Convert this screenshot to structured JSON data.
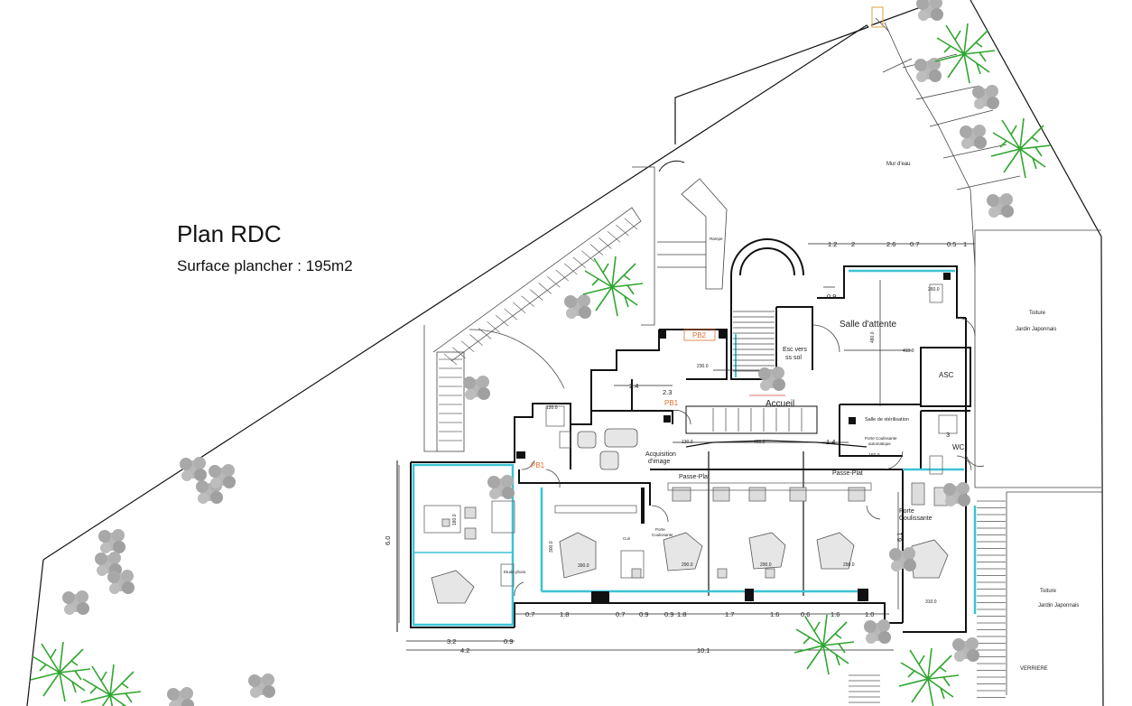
{
  "title": "Plan RDC",
  "subtitle": "Surface plancher : 195m2",
  "rooms": {
    "salle_attente": "Salle d'attente",
    "esc_line1": "Esc vers",
    "esc_line2": "ss sol",
    "accueil": "Accueil",
    "asc": "ASC",
    "salle_sterilisation": "Salle de stérilisation",
    "wc": "WC",
    "acquisition_line1": "Acquisition",
    "acquisition_line2": "d'image",
    "passe_plat_1": "Passe-Plat",
    "passe_plat_2": "Passe-Plat",
    "porte_coulissante_line1": "Porte",
    "porte_coulissante_line2": "Coulissante",
    "porte_auto_line1": "Porte Coulissante",
    "porte_auto_line2": "automatique",
    "porte_small_line1": "Porte",
    "porte_small_line2": "Coulissante",
    "toiture_1": "Toiture",
    "jardin_1": "Jardin Japonnais",
    "toiture_2": "Toiture",
    "jardin_2": "Jardin Japonnais",
    "mur_eau": "Mur d'eau",
    "verriere": "VERRIERE",
    "pb1": "PB1",
    "pb2": "PB2",
    "pb1b": "PB1",
    "cuir": "Cuir",
    "etude": "Etude photo",
    "rampe": "Rampe"
  },
  "dimensions": {
    "top_row": [
      "1.2",
      "2",
      "2.6",
      "0.7",
      "0.5",
      "1"
    ],
    "bottom_row": [
      "0.7",
      "1.8",
      "0.7",
      "0.9",
      "0.9",
      "1.8",
      "1.7",
      "1.6",
      "0.6",
      "1.6",
      "1.0"
    ],
    "lower_row": [
      "3.2",
      "0.9"
    ],
    "lowest_row": [
      "4.2",
      "10.1"
    ],
    "left_vertical": "6.0",
    "right_vertical": "6.1",
    "mid": [
      "2.4",
      "2.3",
      "1.4",
      "0.9",
      "3"
    ]
  },
  "measurements": {
    "m1": "260.0",
    "m2": "410.0",
    "m3": "230.0",
    "m4": "480.0",
    "m5": "400.0",
    "m6": "130.0",
    "m7": "290.0",
    "m8": "290.0",
    "m9": "290.0",
    "m10": "310.0",
    "m11": "390.0",
    "m12": "300.0",
    "m13": "120.0",
    "m14": "160.0",
    "m15": "180.0"
  },
  "colors": {
    "wall": "#111111",
    "glazing": "#3cc3d6",
    "tree": "#2fa62f",
    "shrub": "#9e9e9e",
    "dim_red": "#d04040",
    "pb_orange": "#e07030"
  }
}
